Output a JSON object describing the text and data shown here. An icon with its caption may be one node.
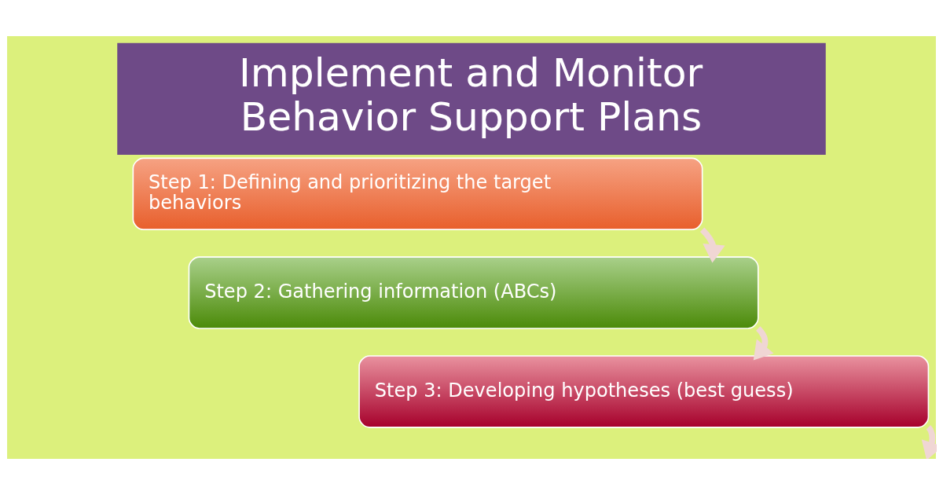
{
  "diagram": {
    "title": "Implement and Monitor Behavior Support Plans",
    "nodes": [
      {
        "text": [
          "Step 1: Defining and prioritizing the target behaviors"
        ]
      },
      {
        "text": [
          "Step 2: Gathering information (ABCs)"
        ]
      },
      {
        "text": [
          "Step 3: Developing hypotheses (best guess)"
        ]
      }
    ],
    "edges": [
      {
        "from": 0,
        "to": 1,
        "arrow": "to"
      },
      {
        "from": 1,
        "to": 2,
        "arrow": "to"
      },
      {
        "from": 2,
        "to": null,
        "arrow": "to"
      }
    ]
  }
}
